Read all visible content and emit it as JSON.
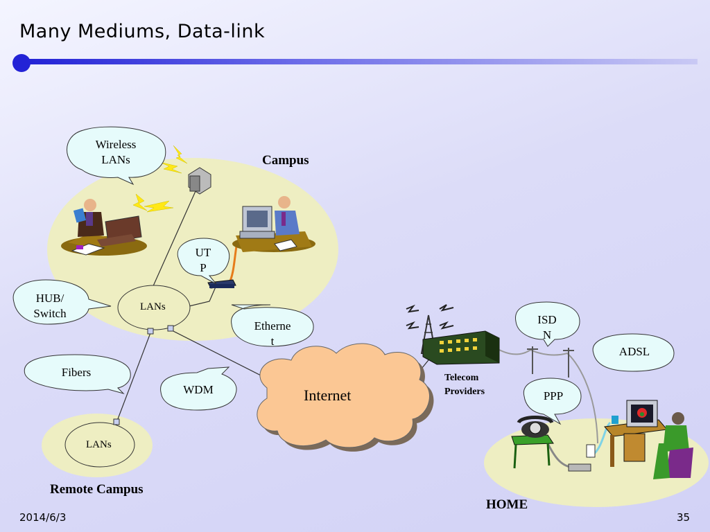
{
  "slide": {
    "title": "Many Mediums,  Data-link",
    "date": "2014/6/3",
    "page_number": "35"
  },
  "labels": {
    "campus": "Campus",
    "remote_campus": "Remote Campus",
    "home": "HOME",
    "telecom_line1": "Telecom",
    "telecom_line2": "Providers",
    "internet": "Internet",
    "lans_campus": "LANs",
    "lans_remote": "LANs"
  },
  "callouts": {
    "wireless_line1": "Wireless",
    "wireless_line2": "LANs",
    "utp_line1": "UT",
    "utp_line2": "P",
    "hub_line1": "HUB/",
    "hub_line2": "Switch",
    "ethernet_line1": "Etherne",
    "ethernet_line2": "t",
    "fibers": "Fibers",
    "wdm": "WDM",
    "isdn_line1": "ISD",
    "isdn_line2": "N",
    "adsl": "ADSL",
    "ppp": "PPP"
  },
  "colors": {
    "accent": "#2323d6",
    "zone_fill": "#eeeec2",
    "bubble_fill": "#e6fbfb",
    "cloud_fill": "#fbc794"
  }
}
